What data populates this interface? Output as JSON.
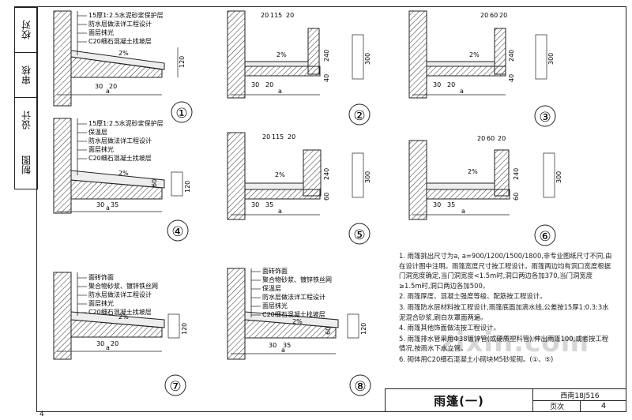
{
  "side_labels": [
    "校对",
    "审核",
    "设计",
    "制图"
  ],
  "diagrams": [
    {
      "id": "d1",
      "number": "①",
      "layers": [
        "15厚1:2.5水泥砂浆保护层",
        "防水层做法详工程设计",
        "面层抹光",
        "C20细石混凝土找坡层"
      ],
      "dims": [
        "120",
        "30",
        "20",
        "a"
      ],
      "slope": "2%"
    },
    {
      "id": "d2",
      "number": "②",
      "dims_top": [
        "20",
        "115",
        "20"
      ],
      "dims": [
        "240",
        "300",
        "40",
        "30",
        "20",
        "a"
      ],
      "slope": "2%"
    },
    {
      "id": "d3",
      "number": "③",
      "dims_top": [
        "20",
        "60",
        "20"
      ],
      "dims": [
        "240",
        "300",
        "40",
        "30",
        "20",
        "a"
      ],
      "slope": "2%"
    },
    {
      "id": "d4",
      "number": "④",
      "layers": [
        "15厚1:2.5水泥砂浆保护层",
        "保温层",
        "防水层做法详工程设计",
        "面层抹光",
        "C20细石混凝土找坡层"
      ],
      "dims": [
        "120",
        "60",
        "30",
        "35",
        "a"
      ],
      "slope": "2%"
    },
    {
      "id": "d5",
      "number": "⑤",
      "dims_top": [
        "20",
        "115",
        "20"
      ],
      "dims": [
        "240",
        "300",
        "60",
        "30",
        "35",
        "a"
      ],
      "slope": "2%"
    },
    {
      "id": "d6",
      "number": "⑥",
      "dims_top": [
        "20",
        "60",
        "20"
      ],
      "dims": [
        "240",
        "300",
        "60",
        "30",
        "35",
        "a"
      ],
      "slope": "2%"
    },
    {
      "id": "d7",
      "number": "⑦",
      "layers": [
        "面砖饰面",
        "聚合物砂浆、镀锌铁丝网",
        "防水层做法详工程设计",
        "面层抹光",
        "C20细石混凝土找坡层"
      ],
      "dims": [
        "120",
        "30",
        "20",
        "a"
      ],
      "slope": "2%"
    },
    {
      "id": "d8",
      "number": "⑧",
      "layers": [
        "面砖饰面",
        "聚合物砂浆、镀锌铁丝网",
        "保温层",
        "防水层做法详工程设计",
        "面层抹光",
        "C20细石混凝土找坡层"
      ],
      "dims": [
        "120",
        "60",
        "30",
        "35",
        "a"
      ],
      "slope": "2%"
    }
  ],
  "notes": [
    "1. 雨篷挑出尺寸为a, a=900/1200/1500/1800,非专业图纸尺寸不同,由在设计图中注明。雨篷宽度尺寸按工程设计。雨篷两边均有洞口宽度根据门洞宽度确定,当门洞宽度<1.5m时,洞口两边各加370,当门洞宽度≥1.5m时,洞口两边各加500。",
    "2. 雨篷厚度、混凝土强度等级、配筋按工程设计。",
    "3. 雨篷防水层材料按工程设计,雨篷底面加滴水线,公差按15厚1:0.3:3水泥混合砂浆,刷白灰罩面两遍。",
    "4. 雨篷其他饰面做法按工程设计。",
    "5. 雨篷排水管采用Φ38镀锌管(或硬质塑料管),伸出雨篷100,或者按工程情况,按雨水下水立管。",
    "6. 砌体用C20细石混凝土小砌块M5砂浆砌。(①、⑤)"
  ],
  "title": "雨篷(一)",
  "drawing_code": "西南18J516",
  "page_label": "页次",
  "page_number": "4",
  "watermark": "zixin.com",
  "corner_number": "4"
}
